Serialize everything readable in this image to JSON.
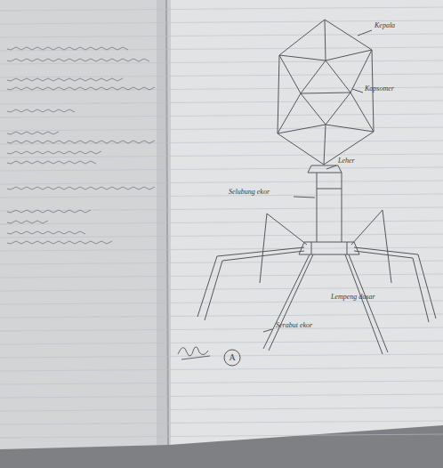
{
  "diagram": {
    "labels": [
      "Kepala",
      "Kapsomer",
      "Leher",
      "Selubung ekor",
      "Lempeng dasar",
      "Serabut ekor",
      "A"
    ]
  }
}
